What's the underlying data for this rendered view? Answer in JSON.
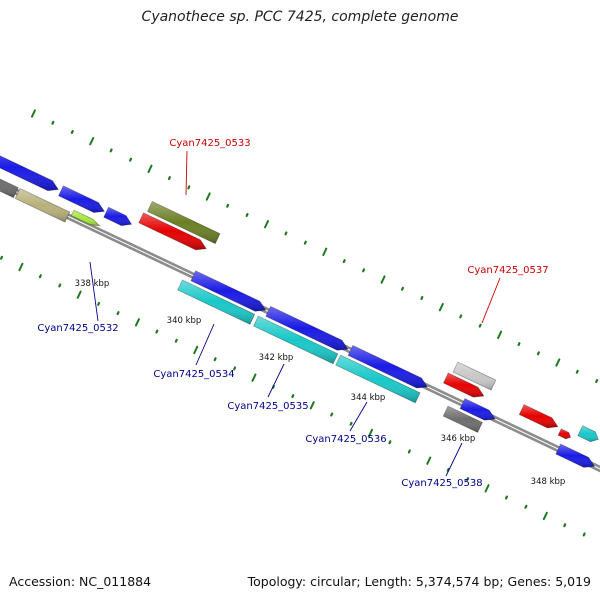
{
  "title": "Cyanothece sp. PCC 7425, complete genome",
  "footer": {
    "accession": "Accession: NC_011884",
    "summary": "Topology: circular; Length: 5,374,574 bp; Genes: 5,019"
  },
  "colors": {
    "backbone": "#8c8c8c",
    "tick": "#1f7a1f",
    "label_red": "#cc0000",
    "label_blue": "#00008b",
    "blue": "#1a1ae6",
    "red": "#e60000",
    "cyan": "#19c8c8",
    "olive": "#6b7f24",
    "khaki": "#b8b07a",
    "gray": "#6e6e6e",
    "lightgray": "#c8c8c8",
    "lime": "#a6e83c"
  },
  "scale": {
    "labels": [
      {
        "text": "338 kbp"
      },
      {
        "text": "340 kbp"
      },
      {
        "text": "342 kbp"
      },
      {
        "text": "344 kbp"
      },
      {
        "text": "346 kbp"
      },
      {
        "text": "348 kbp"
      }
    ]
  },
  "genes": [
    {
      "name": "Cyan7425_0533",
      "color": "red",
      "label_color": "label_red"
    },
    {
      "name": "Cyan7425_0537",
      "color": "lightgray",
      "label_color": "label_red"
    },
    {
      "name": "Cyan7425_0532",
      "color": "blue",
      "label_color": "label_blue"
    },
    {
      "name": "Cyan7425_0534",
      "color": "cyan",
      "label_color": "label_blue"
    },
    {
      "name": "Cyan7425_0535",
      "color": "cyan",
      "label_color": "label_blue"
    },
    {
      "name": "Cyan7425_0536",
      "color": "cyan",
      "label_color": "label_blue"
    },
    {
      "name": "Cyan7425_0538",
      "color": "gray",
      "label_color": "label_blue"
    }
  ]
}
